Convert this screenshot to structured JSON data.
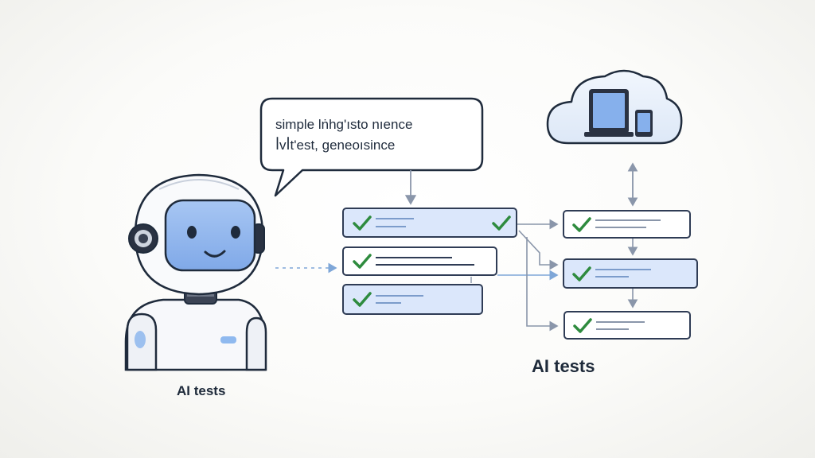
{
  "speech_bubble": {
    "line1": "simple lṅhg'ısto nıence",
    "line2": "ꟾvꟾt'est, geneoısince"
  },
  "captions": {
    "robot_label": "AI tests",
    "diagram_label": "AI tests"
  },
  "colors": {
    "outline": "#1f2b3c",
    "card_fill": "#dfe9fb",
    "card_stroke": "#2f3c55",
    "check": "#2e8b3e",
    "arrow": "#8a96aa",
    "robot_face": "#8fb4ee",
    "cloud": "#e8f0fb"
  },
  "icons": [
    "robot-icon",
    "cloud-icon",
    "tablet-icon",
    "phone-icon",
    "checkmark-icon"
  ]
}
